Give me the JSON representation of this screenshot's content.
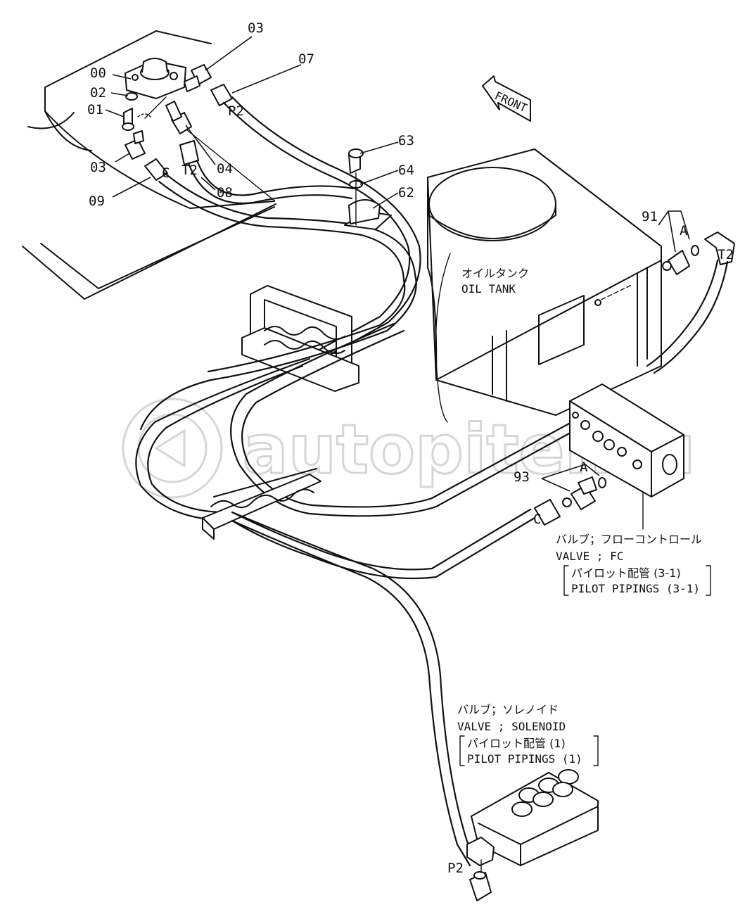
{
  "labels": {
    "p00": "00",
    "p01": "01",
    "p02": "02",
    "p03a": "03",
    "p03b": "03",
    "p04": "04",
    "p07": "07",
    "p08": "08",
    "p09": "09",
    "p62": "62",
    "p63": "63",
    "p64": "64",
    "p91": "91",
    "p93": "93",
    "a1": "A",
    "a2": "A",
    "t2a": "T2",
    "t2b": "T2",
    "p2a": "P2",
    "p2b": "P2",
    "c1": "C",
    "c2": "C"
  },
  "front_arrow": "FRONT",
  "oil_tank": {
    "jp": "オイルタンク",
    "en": "OIL TANK"
  },
  "valve_fc": {
    "jp": "バルブ；フローコントロール",
    "en": "VALVE ; FC",
    "ref_jp": "パイロット配管 (3-1)",
    "ref_en": "PILOT  PIPINGS (3-1)"
  },
  "valve_solenoid": {
    "jp": "バルブ；ソレノイド",
    "en": "VALVE ; SOLENOID",
    "ref_jp": "パイロット配管 (1)",
    "ref_en": "PILOT  PIPINGS (1)"
  },
  "watermark": "autopiter.ru"
}
